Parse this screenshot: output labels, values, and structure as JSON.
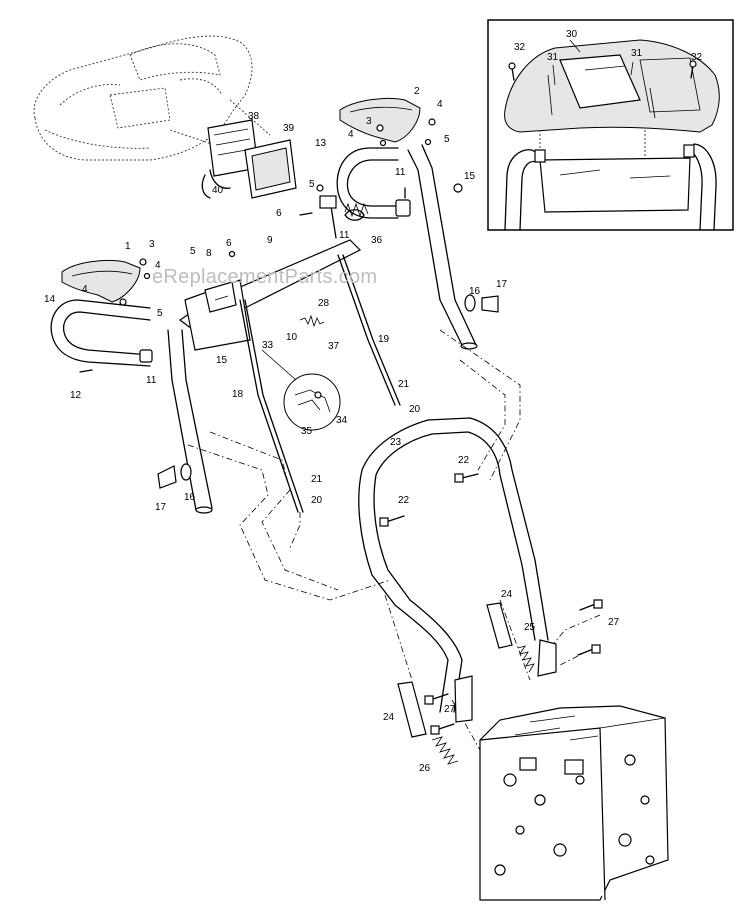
{
  "watermark": "eReplacementParts.com",
  "callouts": [
    {
      "id": "c1",
      "text": "1"
    },
    {
      "id": "c2",
      "text": "2"
    },
    {
      "id": "c3a",
      "text": "3"
    },
    {
      "id": "c3b",
      "text": "3"
    },
    {
      "id": "c4a",
      "text": "4"
    },
    {
      "id": "c4b",
      "text": "4"
    },
    {
      "id": "c4c",
      "text": "4"
    },
    {
      "id": "c4d",
      "text": "4"
    },
    {
      "id": "c5a",
      "text": "5"
    },
    {
      "id": "c5b",
      "text": "5"
    },
    {
      "id": "c5c",
      "text": "5"
    },
    {
      "id": "c5d",
      "text": "5"
    },
    {
      "id": "c6a",
      "text": "6"
    },
    {
      "id": "c6b",
      "text": "6"
    },
    {
      "id": "c8",
      "text": "8"
    },
    {
      "id": "c9",
      "text": "9"
    },
    {
      "id": "c10",
      "text": "10"
    },
    {
      "id": "c11a",
      "text": "11"
    },
    {
      "id": "c11b",
      "text": "11"
    },
    {
      "id": "c11c",
      "text": "11"
    },
    {
      "id": "c12",
      "text": "12"
    },
    {
      "id": "c13",
      "text": "13"
    },
    {
      "id": "c14",
      "text": "14"
    },
    {
      "id": "c15a",
      "text": "15"
    },
    {
      "id": "c15b",
      "text": "15"
    },
    {
      "id": "c16a",
      "text": "16"
    },
    {
      "id": "c16b",
      "text": "16"
    },
    {
      "id": "c17a",
      "text": "17"
    },
    {
      "id": "c17b",
      "text": "17"
    },
    {
      "id": "c18",
      "text": "18"
    },
    {
      "id": "c19",
      "text": "19"
    },
    {
      "id": "c20a",
      "text": "20"
    },
    {
      "id": "c20b",
      "text": "20"
    },
    {
      "id": "c21a",
      "text": "21"
    },
    {
      "id": "c21b",
      "text": "21"
    },
    {
      "id": "c22a",
      "text": "22"
    },
    {
      "id": "c22b",
      "text": "22"
    },
    {
      "id": "c23",
      "text": "23"
    },
    {
      "id": "c24a",
      "text": "24"
    },
    {
      "id": "c24b",
      "text": "24"
    },
    {
      "id": "c25",
      "text": "25"
    },
    {
      "id": "c26",
      "text": "26"
    },
    {
      "id": "c27a",
      "text": "27"
    },
    {
      "id": "c27b",
      "text": "27"
    },
    {
      "id": "c28",
      "text": "28"
    },
    {
      "id": "c30",
      "text": "30"
    },
    {
      "id": "c31a",
      "text": "31"
    },
    {
      "id": "c31b",
      "text": "31"
    },
    {
      "id": "c32a",
      "text": "32"
    },
    {
      "id": "c32b",
      "text": "32"
    },
    {
      "id": "c33",
      "text": "33"
    },
    {
      "id": "c34",
      "text": "34"
    },
    {
      "id": "c35",
      "text": "35"
    },
    {
      "id": "c36",
      "text": "36"
    },
    {
      "id": "c37",
      "text": "37"
    },
    {
      "id": "c38",
      "text": "38"
    },
    {
      "id": "c39",
      "text": "39"
    },
    {
      "id": "c40",
      "text": "40"
    }
  ]
}
